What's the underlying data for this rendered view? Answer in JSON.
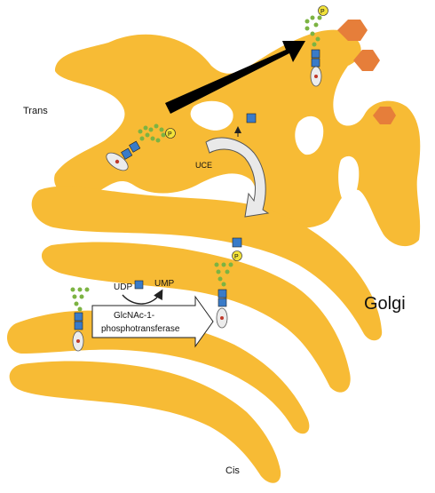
{
  "labels": {
    "trans": "Trans",
    "cis": "Cis",
    "golgi": "Golgi",
    "uce": "UCE",
    "udp": "UDP",
    "ump": "UMP",
    "enzyme_line1": "GlcNAc-1-",
    "enzyme_line2": "phosphotransferase",
    "phosphate": "P"
  },
  "colors": {
    "cisterna": "#f7bb35",
    "glcnac": "#3a7bc8",
    "mannose": "#7cb342",
    "phosphate": "#f2e23a",
    "receptor": "#6d6d6d",
    "hexagon": "#e67e3a",
    "arrow_dark": "#000000",
    "arrow_light": "#e9e9e9"
  }
}
